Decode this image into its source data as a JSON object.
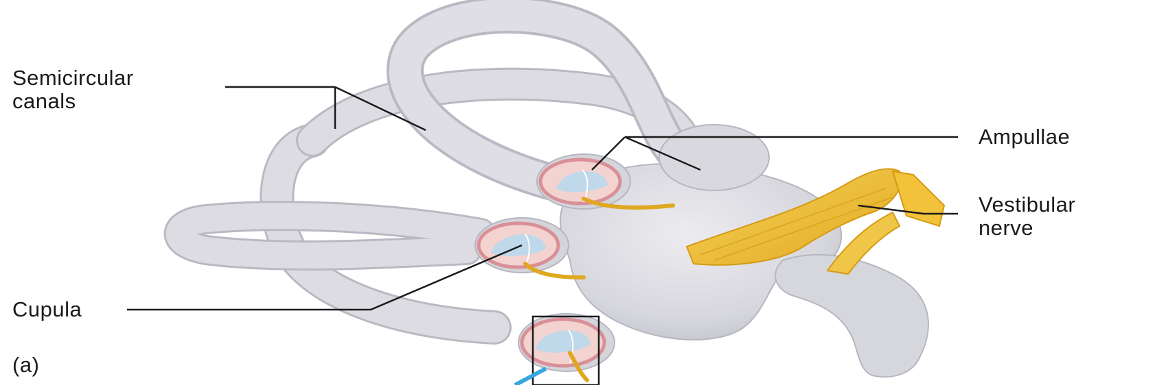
{
  "labels": {
    "semicircular_line1": "Semicircular",
    "semicircular_line2": "canals",
    "ampullae": "Ampullae",
    "vestibular_line1": "Vestibular",
    "vestibular_line2": "nerve",
    "cupula": "Cupula",
    "panel": "(a)"
  },
  "colors": {
    "canal_fill": "#dcdce2",
    "canal_stroke": "#b9b9c4",
    "ampulla_ring": "#d98f97",
    "ampulla_inner": "#f3d3cf",
    "cupula_fill": "#bfd8ea",
    "nerve_fill": "#f2c23a",
    "nerve_stroke": "#d59a12",
    "leader_line": "#1a1a1a",
    "pointer_line": "#3aa6e0"
  }
}
